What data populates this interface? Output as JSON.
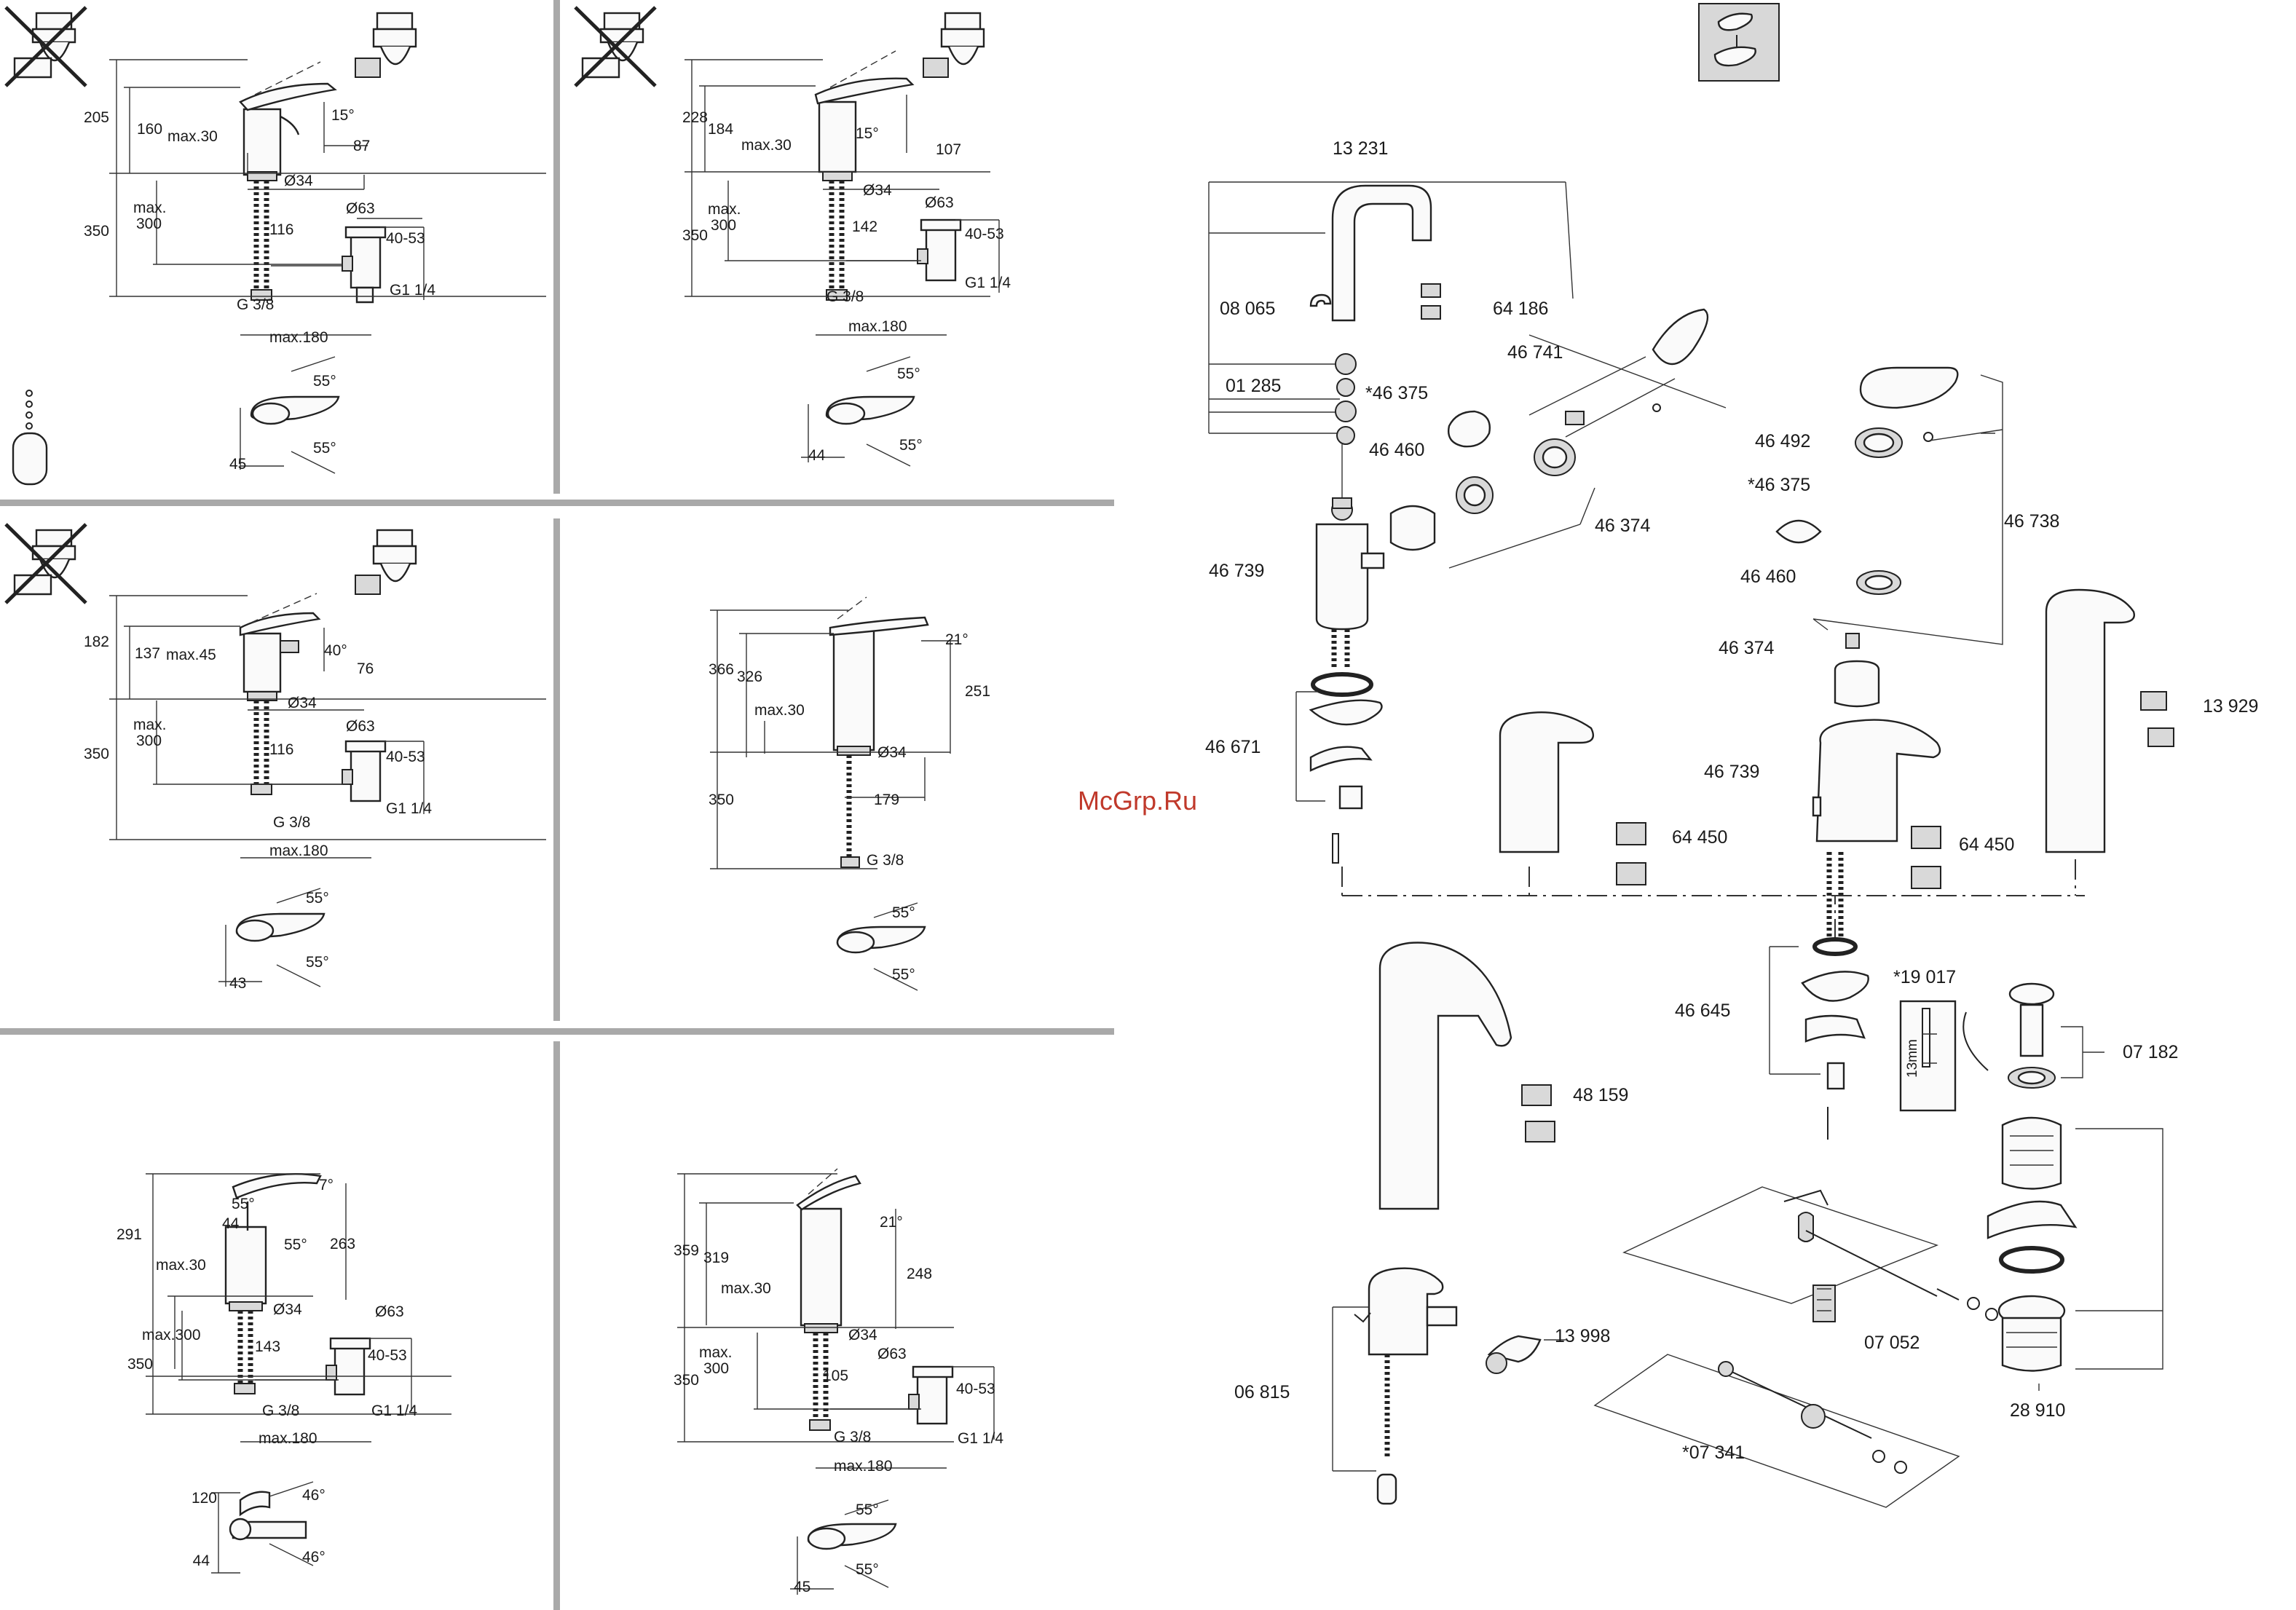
{
  "watermark": "McGrp.Ru",
  "panel1": {
    "dims": [
      "205",
      "160",
      "max.30",
      "15°",
      "87",
      "Ø34",
      "Ø63",
      "max.",
      "300",
      "350",
      "116",
      "40-53",
      "G 3/8",
      "G1 1/4",
      "max.180",
      "55°",
      "55°",
      "45"
    ]
  },
  "panel2": {
    "dims": [
      "228",
      "184",
      "max.30",
      "15°",
      "107",
      "Ø34",
      "Ø63",
      "max.",
      "300",
      "350",
      "142",
      "40-53",
      "G 3/8",
      "G1 1/4",
      "max.180",
      "55°",
      "55°",
      "44"
    ]
  },
  "panel3": {
    "dims": [
      "182",
      "137",
      "max.45",
      "40°",
      "76",
      "Ø34",
      "Ø63",
      "max.",
      "300",
      "350",
      "116",
      "40-53",
      "G 3/8",
      "G1 1/4",
      "max.180",
      "55°",
      "55°",
      "43"
    ]
  },
  "panel4": {
    "dims": [
      "366",
      "326",
      "21°",
      "251",
      "max.30",
      "Ø34",
      "350",
      "179",
      "G 3/8",
      "55°",
      "55°"
    ]
  },
  "panel5": {
    "dims": [
      "291",
      "55°",
      "44",
      "7°",
      "55°",
      "263",
      "max.30",
      "Ø34",
      "Ø63",
      "max.300",
      "143",
      "40-53",
      "350",
      "G 3/8",
      "G1 1/4",
      "max.180",
      "120",
      "46°",
      "44",
      "46°"
    ]
  },
  "panel6": {
    "dims": [
      "359",
      "319",
      "21°",
      "248",
      "max.30",
      "Ø34",
      "Ø63",
      "max.",
      "300",
      "105",
      "40-53",
      "350",
      "G 3/8",
      "G1 1/4",
      "max.180",
      "55°",
      "55°",
      "45"
    ]
  },
  "parts": [
    "13 231",
    "08 065",
    "64 186",
    "46 741",
    "01 285",
    "*46 375",
    "46 460",
    "46 374",
    "46 739",
    "46 671",
    "46 492",
    "*46 375",
    "46 460",
    "46 738",
    "46 374",
    "46 739",
    "13 929",
    "64 450",
    "64 450",
    "46 645",
    "*19 017",
    "07 182",
    "13mm",
    "48 159",
    "13 998",
    "06 815",
    "07 052",
    "28 910",
    "*07 341"
  ]
}
